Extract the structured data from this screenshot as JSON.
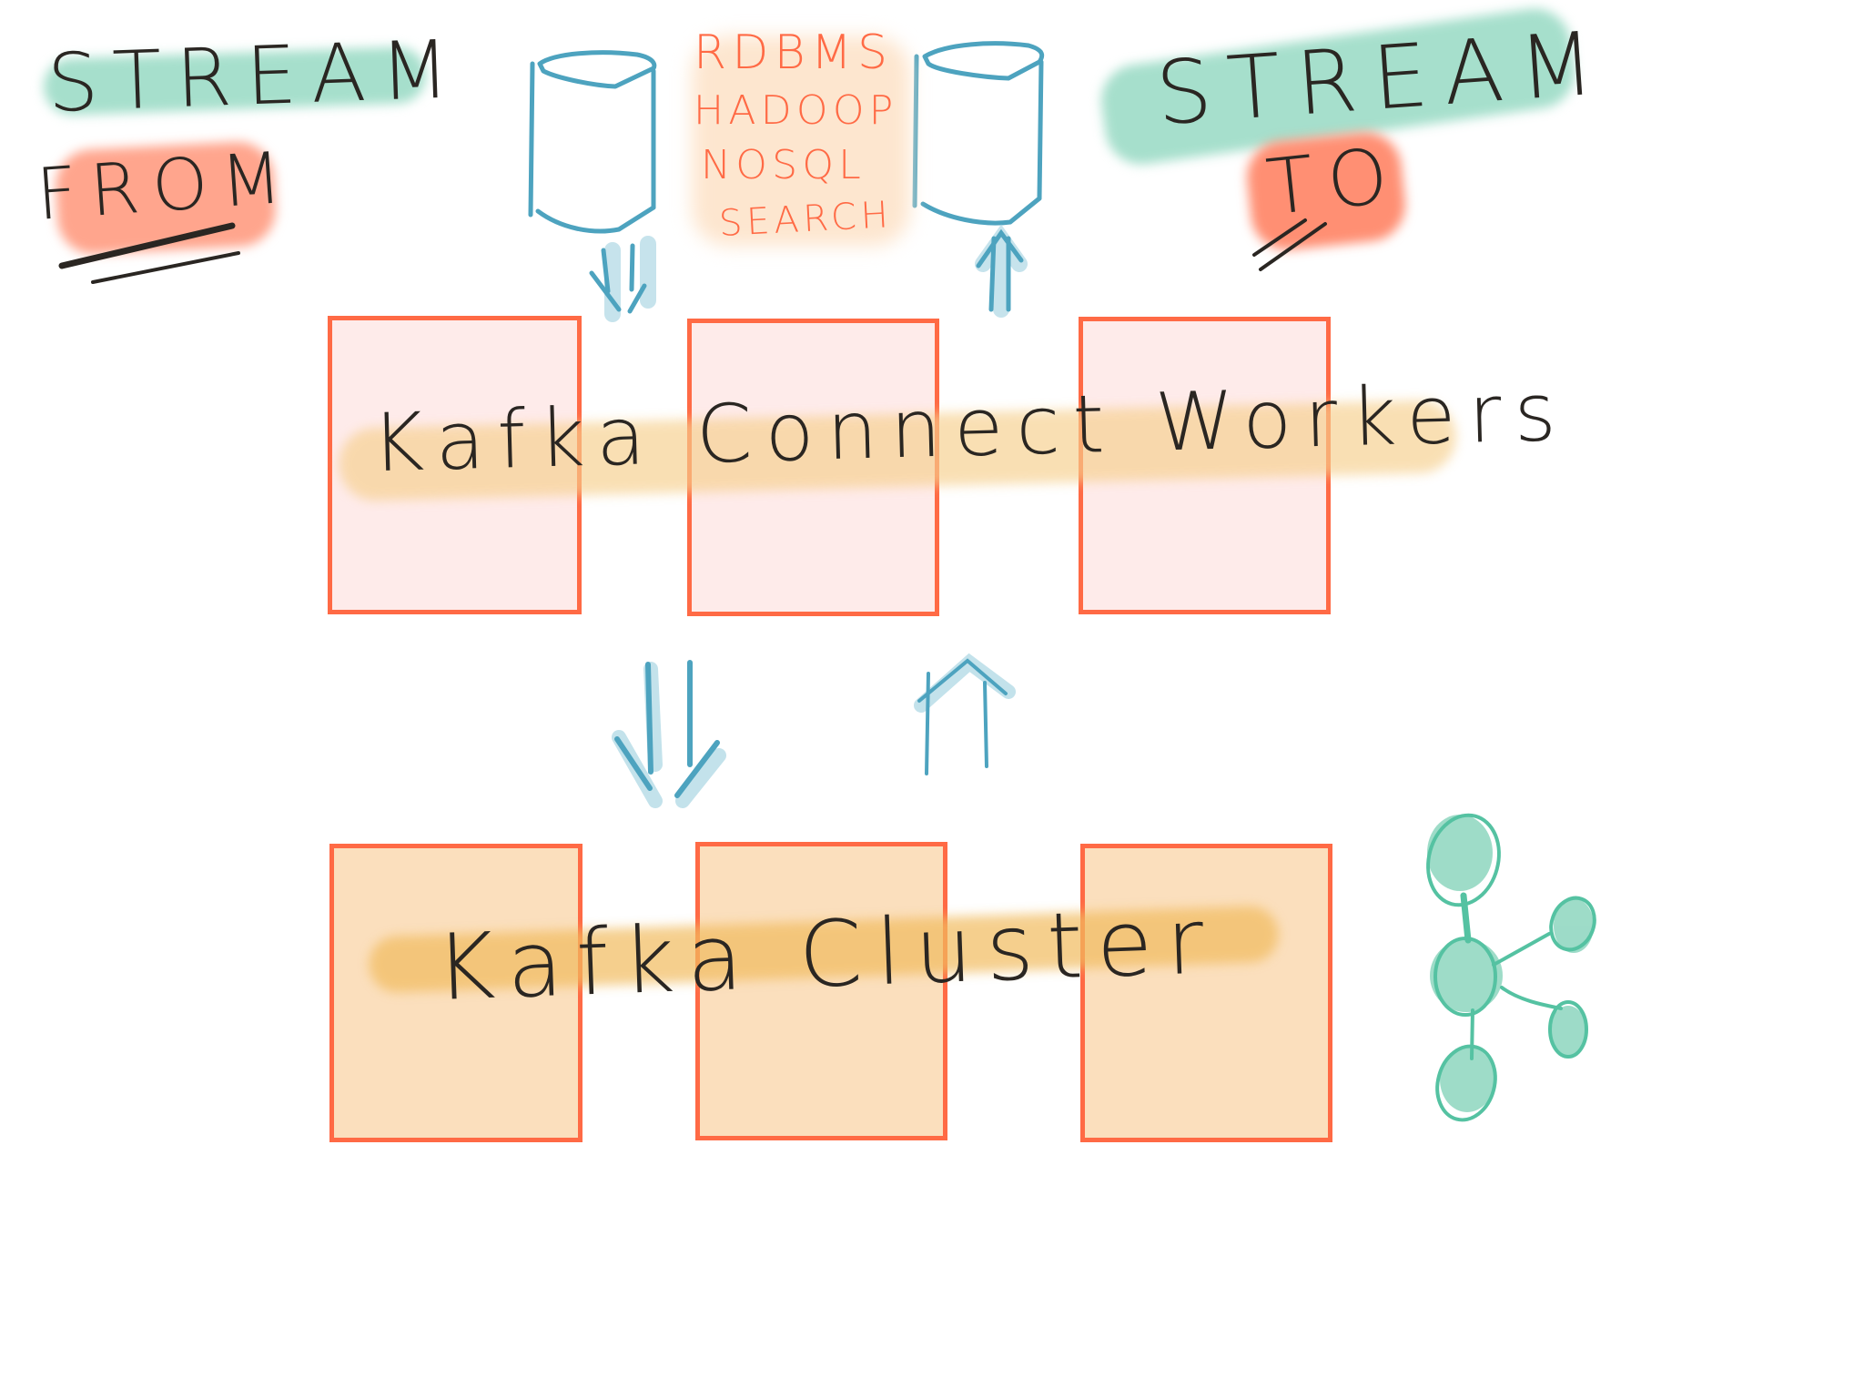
{
  "diagram": {
    "stream_from": {
      "line1": "STREAM",
      "line2": "FROM"
    },
    "stream_to": {
      "line1": "STREAM",
      "line2": "TO"
    },
    "data_systems": [
      "RDBMS",
      "HADOOP",
      "NOSQL",
      "SEARCH"
    ],
    "connect_layer": {
      "label": "Kafka Connect Workers",
      "node_count": 3
    },
    "cluster_layer": {
      "label": "Kafka Cluster",
      "node_count": 3
    },
    "flows": [
      {
        "from": "source-database",
        "to": "kafka-connect-workers",
        "direction": "down"
      },
      {
        "from": "kafka-connect-workers",
        "to": "target-database",
        "direction": "up"
      },
      {
        "from": "kafka-connect-workers",
        "to": "kafka-cluster",
        "direction": "down"
      },
      {
        "from": "kafka-cluster",
        "to": "kafka-connect-workers",
        "direction": "up"
      }
    ],
    "icons": [
      "database-icon",
      "database-icon",
      "network-graph-icon"
    ],
    "colors": {
      "teal_wash": "#8fd6c0",
      "red_wash": "#ff8c70",
      "orange_wash": "#f5c16c",
      "box_border": "#ff6a45",
      "worker_fill": "#feebea",
      "broker_fill": "#fbdfbd",
      "db_stroke": "#4da3bf",
      "graph_stroke": "#55c2a2",
      "ink": "#2a2622"
    }
  }
}
